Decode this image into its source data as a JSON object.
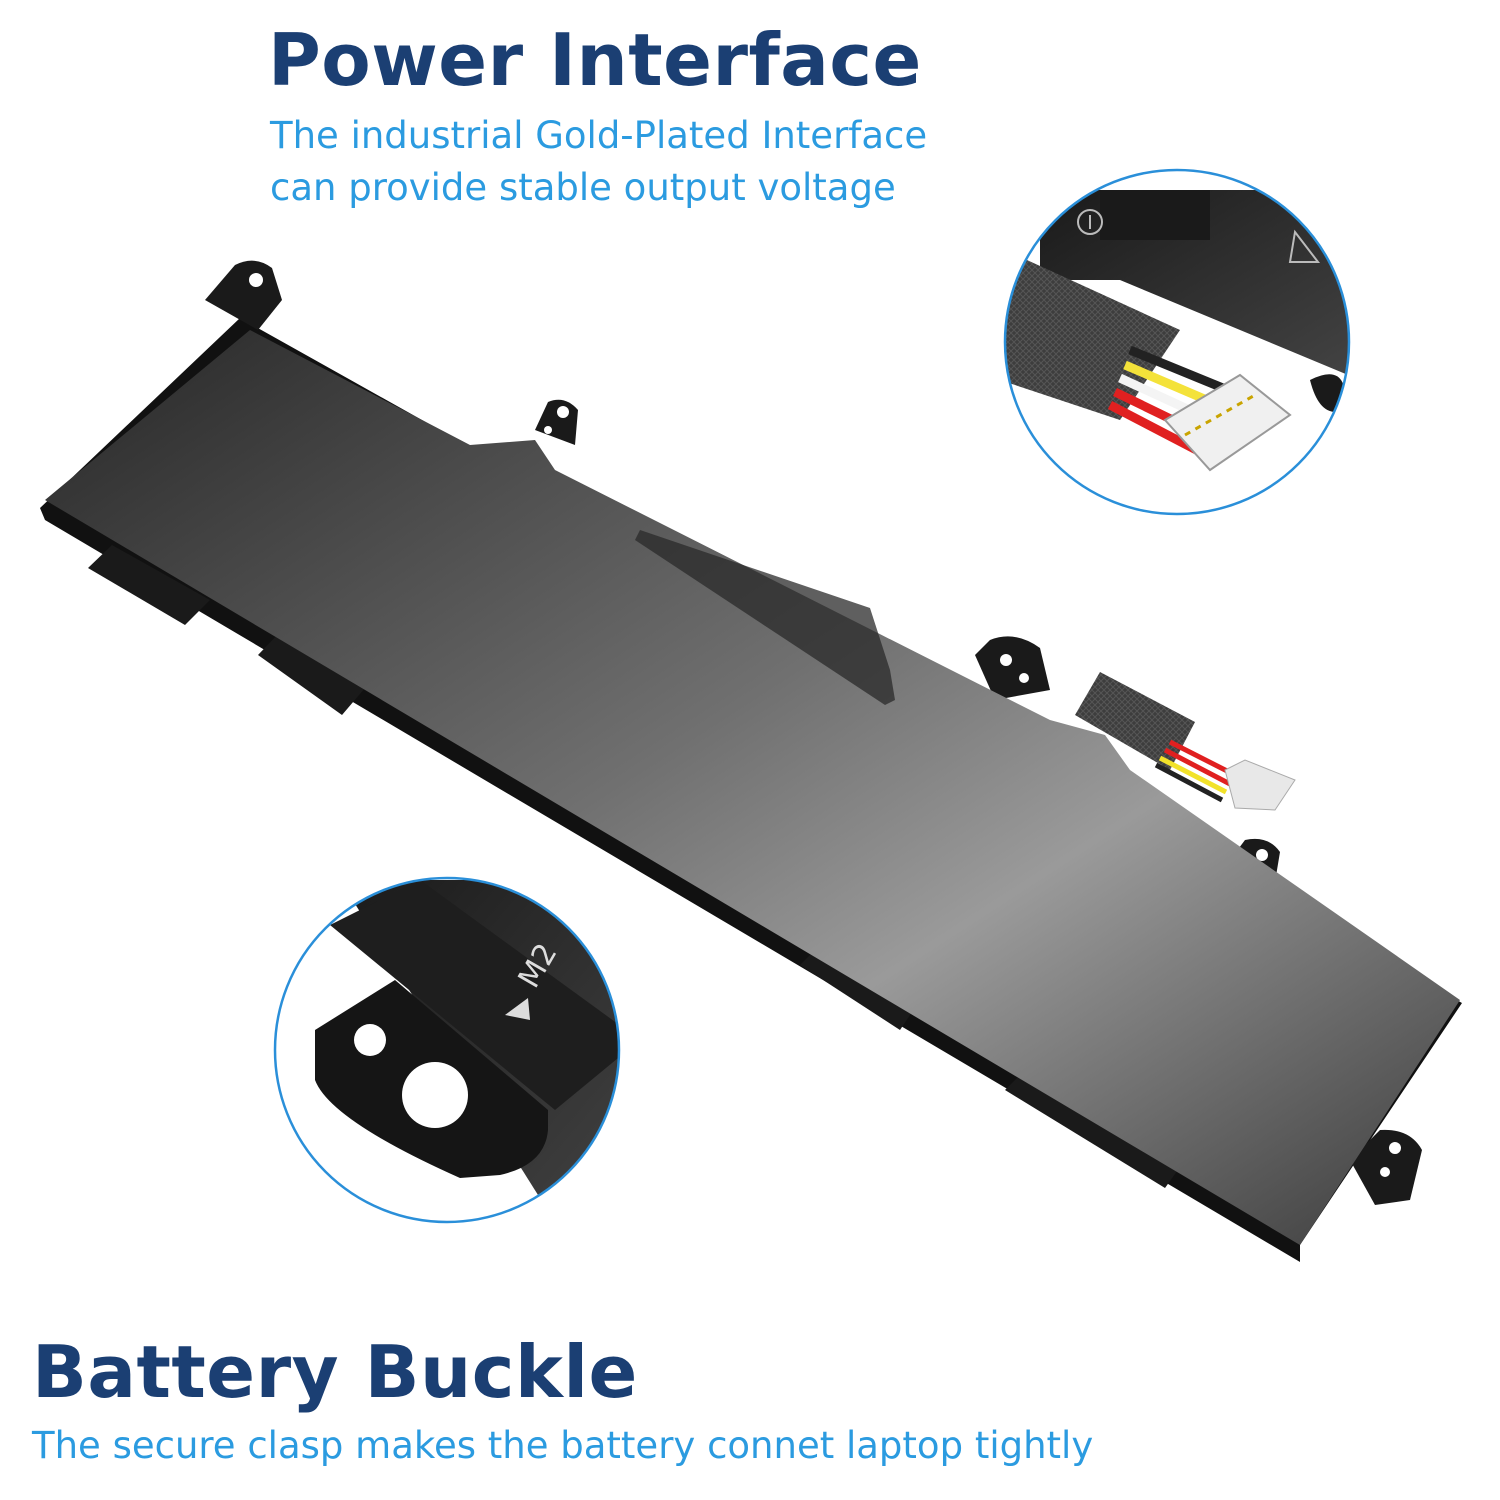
{
  "colors": {
    "title": "#1b3f73",
    "subtitle": "#2b9be0",
    "circle_border": "#2a8fd9",
    "battery_body": "#3c3c3c",
    "battery_edge": "#111111"
  },
  "power_interface": {
    "title": "Power Interface",
    "lines": [
      "The industrial Gold-Plated Interface",
      "can provide stable output voltage"
    ]
  },
  "battery_buckle": {
    "title": "Battery Buckle",
    "lines": [
      "The secure clasp makes the battery connet laptop tightly"
    ]
  },
  "magnifier_buckle": {
    "marking": "M2"
  },
  "icons": [
    "power-connector-icon",
    "warning-triangle-icon"
  ]
}
